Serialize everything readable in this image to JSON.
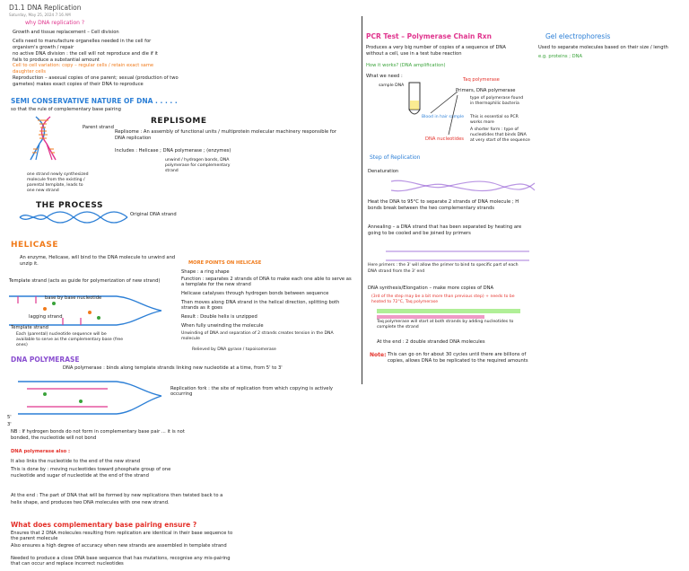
{
  "page": {
    "title": "D1.1 DNA Replication",
    "date": "Saturday, May 25, 2024      7:16 AM"
  },
  "left": {
    "why_heading": "why DNA replication ?",
    "why_items": [
      "Growth and tissue replacement – Cell division",
      "Cells need to manufacture organelles needed in the cell for organism's growth / repair",
      "no active DNA division : the cell will not reproduce and die if it fails to produce a substantial amount",
      "Cell to cell variation: copy – regular cells / retain exact same daughter cells"
    ],
    "reproduction": "Reproduction – asexual copies of one parent; sexual (production of two gametes) makes exact copies of their DNA to reproduce",
    "semi_heading": "SEMI CONSERVATIVE NATURE OF DNA . . . . .",
    "semi_sub": "so that the rule of complementary base pairing",
    "parent_strand": "Parent strand",
    "new_strand_note": "one strand newly synthesized molecule from the existing / parental template, leads to one new strand",
    "replisome": "REPLISOME",
    "replisome_def": "Replisome : An assembly of functional units / multiprotein molecular machinery responsible for DNA replication",
    "enzymes": "Includes : Helicase ; DNA polymerase ; (enzymes)",
    "enzymes_note": "unwind / hydrogen bonds, DNA polymerase for complementary strand",
    "process_heading": "THE PROCESS",
    "original_strand": "Original DNA strand",
    "helicase_heading": "HELICASE",
    "helicase_intro": "An enzyme, Helicase, will bind to the DNA molecule to unwind and unzip it.",
    "template_strand": "Template strand (acts as guide for polymerization of new strand)",
    "base_by_base": "base by base nucleotide",
    "lagging": "lagging strand",
    "template_strand2": "Template strand",
    "each_strand": "Each (parental) nucleotide sequence will be available to serve as the complementary base (free ones)",
    "more_points": "MORE POINTS ON HELICASE",
    "helicase_points": [
      "Shape : a ring shape",
      "Function : separates 2 strands of DNA to make each one able to serve as a template for the new strand",
      "Helicase catalyses through hydrogen bonds between sequence",
      "Then moves along DNA strand in the helical direction, splitting both strands as it goes",
      "Result : Double helix is unzipped",
      "When fully unwinding the molecule",
      "Unwinding of DNA and separation of 2 strands creates tension in the DNA molecule",
      "Relieved by DNA gyrase / topoisomerase"
    ],
    "replication_fork": "Replication fork : the site of replication from which copying is actively occurring",
    "dna_poly_heading": "DNA POLYMERASE",
    "dna_poly_def": "DNA polymerase : binds along template strands linking new nucleotide at a time, from 5' to 3'",
    "five_prime": "5'",
    "three_prime": "3'",
    "h_bond_note": "NB : If hydrogen bonds do not form in complementary base pair ... it is not bonded, the nucleotide will not bond",
    "poly_also_heading": "DNA polymerase also :",
    "poly_also": [
      "It also links the nucleotide to the end of the new strand",
      "This is done by : moving nucleotides toward phosphate group of one nucleotide and sugar of nucleotide at the end of the strand"
    ],
    "at_end": "At the end : The part of DNA that will be formed by new replications then twisted back to a helix shape, and produces two DNA molecules with one new strand.",
    "comp_heading": "What does complementary base pairing ensure ?",
    "comp_items": [
      "Ensures that 2 DNA molecules resulting from replication are identical in their base sequence to the parent molecule",
      "Also ensures a high degree of accuracy when new strands are assembled in template strand",
      "Needed to produce a close DNA base sequence that has mutations, recognise any mis-pairing that can occur and replace incorrect nucleotides"
    ]
  },
  "right": {
    "pcr_heading": "PCR Test – Polymerase Chain Rxn",
    "pcr_intro": "Produces a very big number of copies of a sequence of DNA without a cell, use in a test tube reaction",
    "pcr_how": "How it works? (DNA amplification)",
    "what_needed": "What we need :",
    "sample": "sample DNA",
    "taq": "Taq polymerase",
    "primers": "Primers, DNA polymerase",
    "blood": "Blood in hair sample",
    "taq_notes": [
      "type of polymerase found in thermophilic bacteria",
      "This is essential so PCR works more",
      "A shorter form : type of nucleotides that binds DNA at very start of the sequence"
    ],
    "dna_nuc": "DNA nucleotides",
    "gel_heading": "Gel electrophoresis",
    "gel_items": [
      "Used to separate molecules based on their size / length",
      "e.g. proteins ; DNA"
    ],
    "steps_heading": "Step of Replication",
    "step1": "Denaturation",
    "step1_note": "Heat the DNA to 95°C to separate 2 strands of DNA molecule ; H bonds break between the two complementary strands",
    "step2": "Annealing – a DNA strand that has been separated by heating are going to be cooled and be joined by primers",
    "step2_note": "Here primers : the 3' will allow the primer to bind to specific part of each DNA strand from the 3' end",
    "step3": "DNA synthesis/Elongation – make more copies of DNA",
    "step3_note": "(3rd of the step may be a bit more than previous step) + needs to be heated to 72°C, Taq polymerase",
    "step3_desc": "Taq polymerase will start at both strands by adding nucleotides to complete the strand",
    "step3_end": "At the end : 2 double stranded DNA molecules",
    "note_label": "Note:",
    "note": "This can go on for about 30 cycles until there are billions of copies, allows DNA to be replicated to the required amounts"
  },
  "colors": {
    "pink": "#e0358e",
    "red": "#e4312a",
    "blue": "#2c7fd6",
    "green": "#3aa33a",
    "orange": "#f07a1a",
    "purple": "#8a4fd0",
    "highlight_yellow": "#f7f45a",
    "highlight_green": "#8ee86b"
  }
}
